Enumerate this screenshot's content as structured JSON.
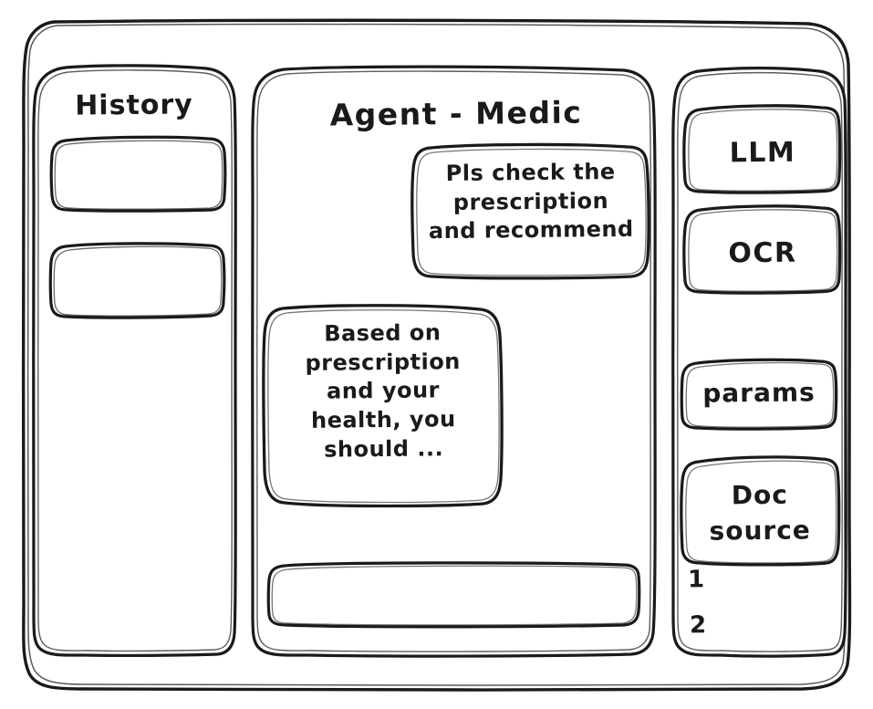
{
  "window": {
    "title": "Agent - Medic"
  },
  "sidebar_left": {
    "title": "History",
    "items": [
      {
        "label": ""
      },
      {
        "label": ""
      }
    ]
  },
  "main": {
    "title": "Agent - Medic",
    "messages": [
      {
        "role": "user",
        "text": "Pls check the\nprescription\nand recommend"
      },
      {
        "role": "assistant",
        "text": "Based on\nprescription\nand your\nhealth, you\nshould ..."
      }
    ],
    "composer": {
      "value": "",
      "placeholder": ""
    }
  },
  "sidebar_right": {
    "chips": [
      {
        "label": "LLM"
      },
      {
        "label": "OCR"
      },
      {
        "label": "params"
      }
    ],
    "doc_source": {
      "label": "Doc\nsource",
      "items": [
        {
          "label": "1"
        },
        {
          "label": "2"
        }
      ]
    }
  },
  "style": {
    "ink": "#1a1a1a",
    "paper": "#ffffff"
  }
}
